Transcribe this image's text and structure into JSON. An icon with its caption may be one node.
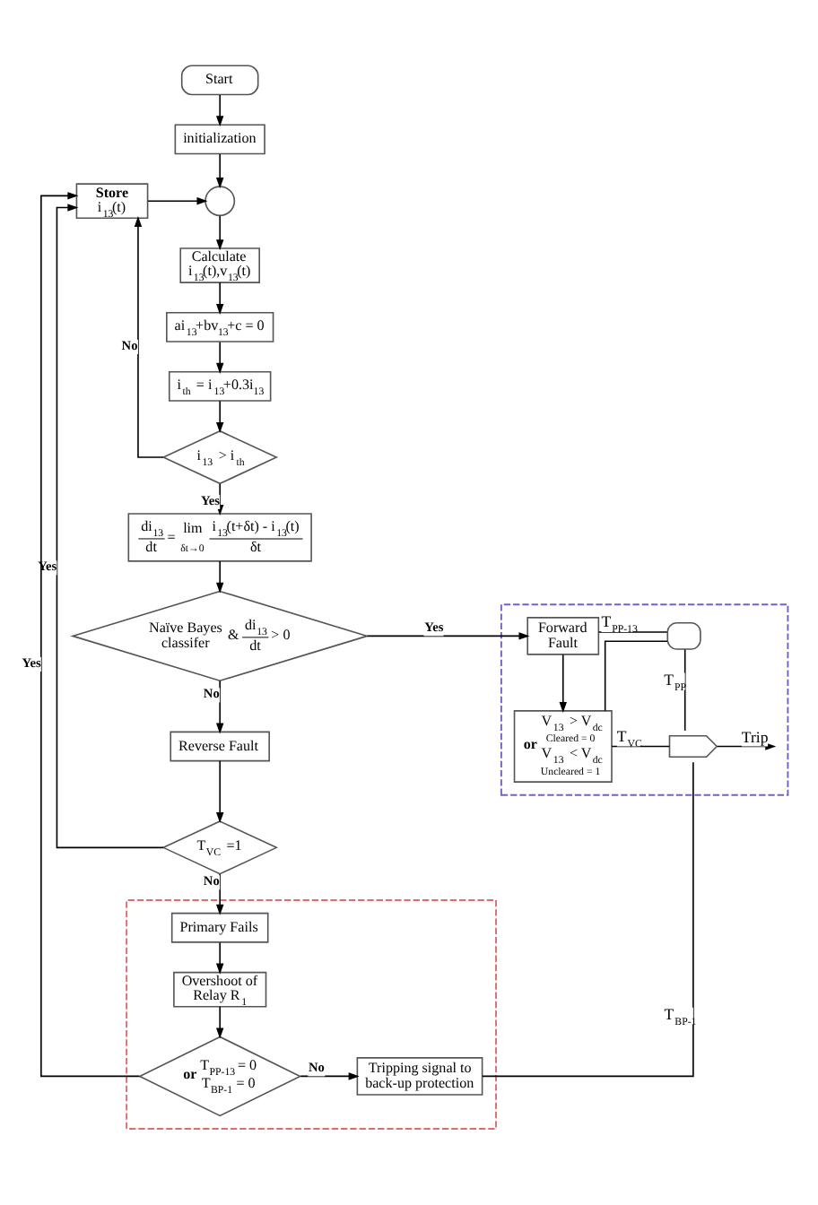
{
  "diagram": {
    "nodes": [
      {
        "text": [
          "Start"
        ]
      },
      {
        "text": [
          "initialization"
        ]
      },
      {
        "text": [],
        "shape": "circle"
      },
      {
        "text": [
          "Store",
          "i$_{13}$(t)"
        ]
      },
      {
        "text": [
          "Calculate",
          "i$_{13}$(t),v$_{13}$(t)"
        ]
      },
      {
        "text": [
          "ai$_{13}$+bv$_{13}$+c = 0"
        ]
      },
      {
        "text": [
          "i$_{th}$ = i$_{13}$+0.3i$_{13}$"
        ]
      },
      {
        "text": [
          "i$_{13}$ > i$_{th}$"
        ]
      },
      {
        "text": [
          "di$_{13}$",
          "dt",
          "=",
          "lim",
          "δt→0",
          "i$_{13}$(t+δt) - i$_{13}$(t)",
          "δt"
        ]
      },
      {
        "text": [
          "Naïve Bayes classifer",
          "&",
          "di$_{13}$",
          "dt",
          "> 0"
        ]
      },
      {
        "text": [],
        "shape": "box"
      },
      {
        "text": [],
        "shape": "and-gate",
        "in": 10
      },
      {
        "text": [
          "Forward Fault"
        ],
        "in": 10
      },
      {
        "text": [],
        "shape": "or-gate",
        "in": 10
      },
      {
        "text": [
          "V$_{13}$ > V$_{dc}$",
          "or",
          "Cleared = 0",
          "V$_{13}$ < V$_{dc}$",
          "Uncleared = 1"
        ],
        "in": 10
      },
      {
        "text": [
          "Reverse Fault"
        ]
      },
      {
        "text": [
          "T$_{VC}$ =1"
        ]
      },
      {
        "text": [],
        "shape": "box"
      },
      {
        "text": [
          "Primary Fails"
        ],
        "in": 17
      },
      {
        "text": [
          "Overshoot of Relay R$_{1}$"
        ],
        "in": 17
      },
      {
        "text": [
          "T$_{PP-13}$ = 0",
          "or",
          "T$_{BP-1}$ = 0"
        ],
        "in": 17
      },
      {
        "text": [
          "Tripping signal to back-up protection"
        ],
        "in": 17
      }
    ],
    "edges": [
      {
        "from": 0,
        "to": 1,
        "arrow": "to"
      },
      {
        "from": 1,
        "to": 2,
        "arrow": "to"
      },
      {
        "from": 2,
        "to": 4,
        "arrow": "to"
      },
      {
        "from": 3,
        "to": 2,
        "arrow": "to"
      },
      {
        "from": 4,
        "to": 5,
        "arrow": "to"
      },
      {
        "from": 5,
        "to": 6,
        "arrow": "to"
      },
      {
        "from": 6,
        "to": 7,
        "arrow": "to"
      },
      {
        "from": 7,
        "to": 3,
        "arrow": "to",
        "label": "No"
      },
      {
        "from": 7,
        "to": 8,
        "arrow": "to",
        "label": "Yes"
      },
      {
        "from": 8,
        "to": 9,
        "arrow": "to"
      },
      {
        "from": 9,
        "to": 12,
        "arrow": "to",
        "label": "Yes"
      },
      {
        "from": 12,
        "to": 11,
        "arrow": "none",
        "label": "T$_{PP-13}$"
      },
      {
        "from": 12,
        "to": 14,
        "arrow": "to"
      },
      {
        "from": 14,
        "to": 11,
        "arrow": "none"
      },
      {
        "from": 14,
        "to": 13,
        "arrow": "none",
        "label": "T$_{VC}$"
      },
      {
        "from": 11,
        "to": 13,
        "arrow": "none",
        "label": "T$_{PP}$"
      },
      {
        "from": 13,
        "to": null,
        "arrow": "to",
        "label": "Trip"
      },
      {
        "from": 9,
        "to": 15,
        "arrow": "to",
        "label": "No"
      },
      {
        "from": 15,
        "to": 16,
        "arrow": "to"
      },
      {
        "from": 16,
        "to": 3,
        "arrow": "to",
        "label": "Yes"
      },
      {
        "from": 16,
        "to": 18,
        "arrow": "to",
        "label": "No"
      },
      {
        "from": 18,
        "to": 19,
        "arrow": "to"
      },
      {
        "from": 19,
        "to": 20,
        "arrow": "to"
      },
      {
        "from": 20,
        "to": 3,
        "arrow": "to",
        "label": "Yes"
      },
      {
        "from": 20,
        "to": 21,
        "arrow": "to",
        "label": "No"
      },
      {
        "from": 21,
        "to": 13,
        "arrow": "none",
        "label": "T$_{BP-1}$"
      }
    ]
  }
}
